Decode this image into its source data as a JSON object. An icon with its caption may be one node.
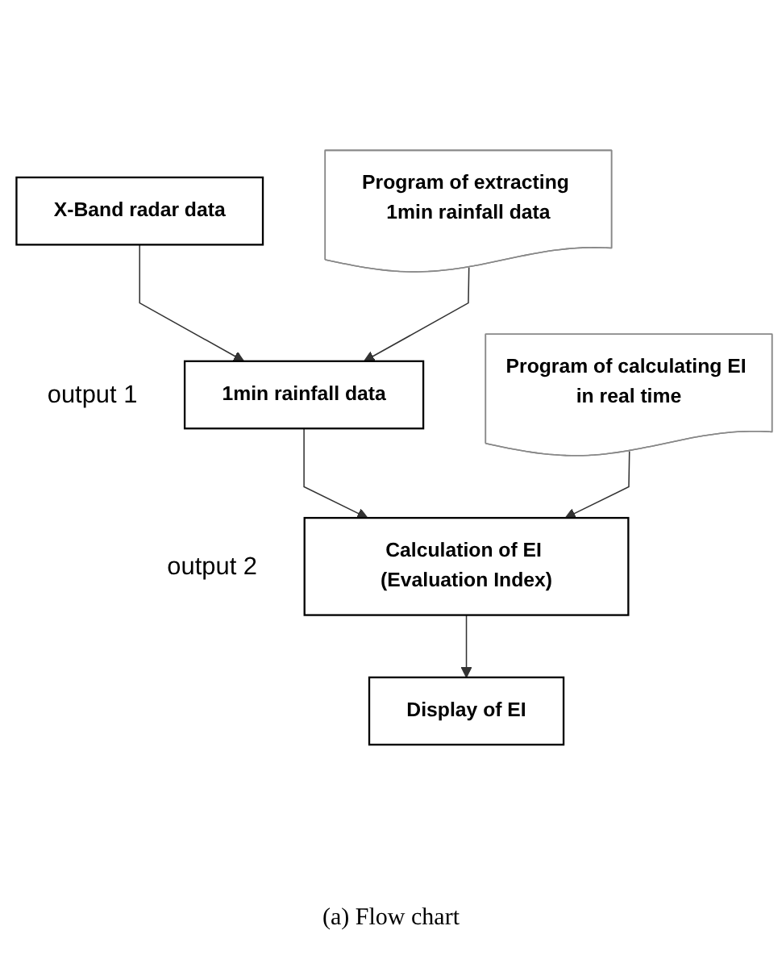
{
  "diagram": {
    "caption": "(a) Flow chart",
    "nodes": [
      {
        "text": [
          "X-Band radar data"
        ]
      },
      {
        "text": [
          "Program of extracting 1min rainfall data"
        ]
      },
      {
        "text": [
          "1min rainfall data"
        ],
        "beside": [
          "output 1"
        ]
      },
      {
        "text": [
          "Program of calculating EI in real time"
        ]
      },
      {
        "text": [
          "Calculation of EI (Evaluation Index)"
        ],
        "beside": [
          "output 2"
        ]
      },
      {
        "text": [
          "Display of EI"
        ]
      }
    ],
    "edges": [
      {
        "from": 0,
        "to": 2,
        "arrow": "to"
      },
      {
        "from": 1,
        "to": 2,
        "arrow": "to"
      },
      {
        "from": 2,
        "to": 4,
        "arrow": "to"
      },
      {
        "from": 3,
        "to": 4,
        "arrow": "to"
      },
      {
        "from": 4,
        "to": 5,
        "arrow": "to"
      }
    ]
  }
}
